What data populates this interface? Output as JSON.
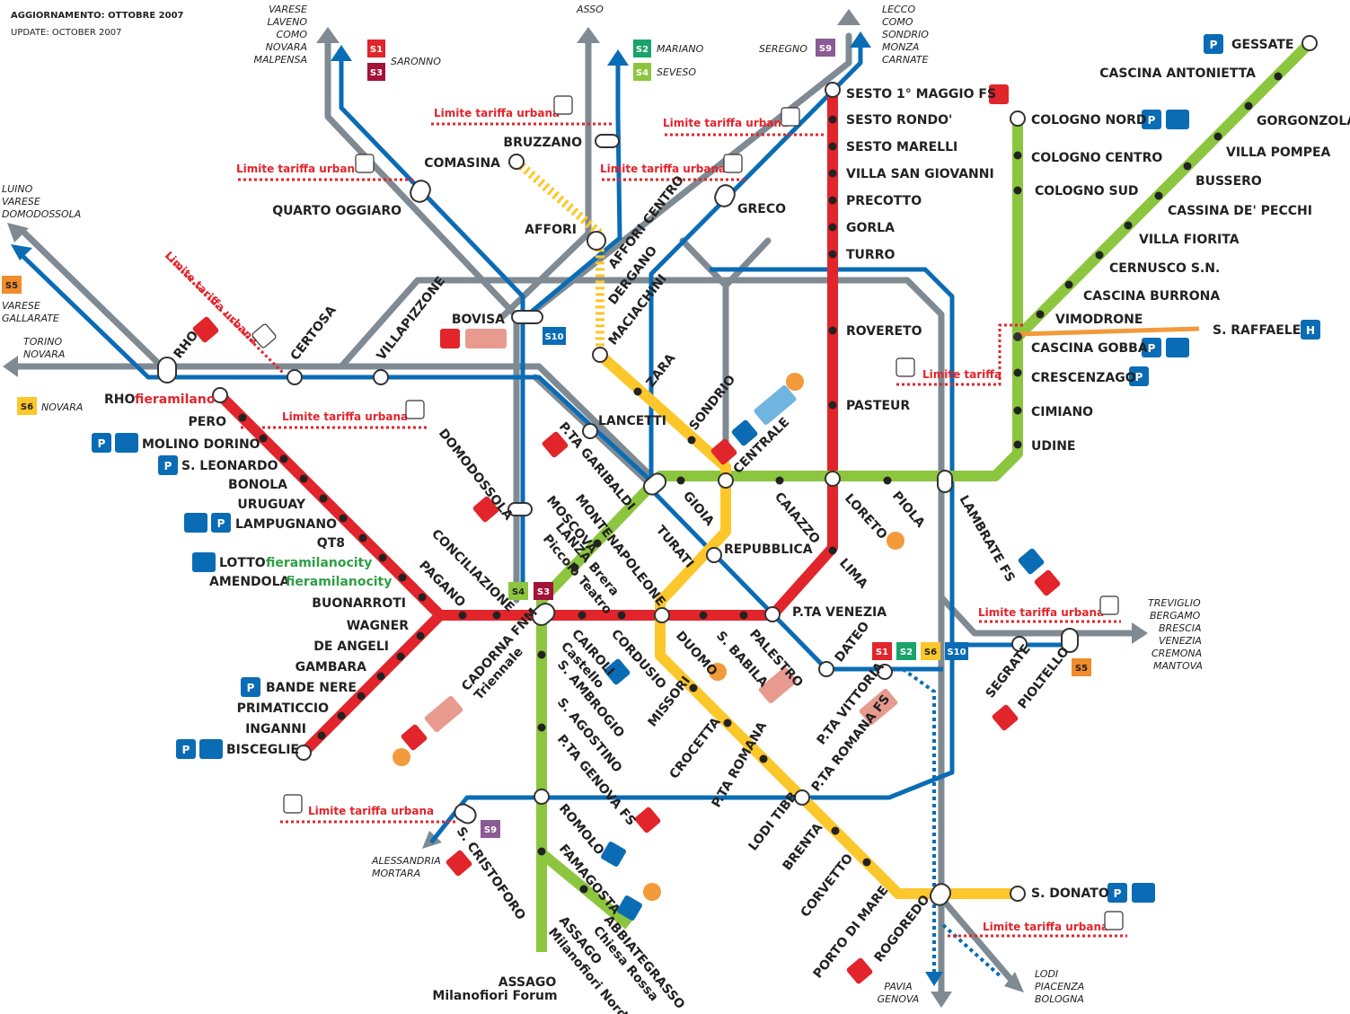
{
  "header": {
    "line1": "AGGIORNAMENTO: OTTOBRE 2007",
    "line2": "UPDATE: OCTOBER 2007"
  },
  "colors": {
    "m1": "#e2242b",
    "m2": "#8cc63f",
    "m3": "#fcc72b",
    "passante": "#0a6cb5",
    "fs": "#7f8a92",
    "limit": "#e2242b"
  },
  "limit_label": "Limite tariffa urbana",
  "limit_short": "Limite tariffa",
  "destinations": {
    "nw_top": [
      "VARESE",
      "LAVENO",
      "COMO",
      "NOVARA",
      "MALPENSA"
    ],
    "asso": "ASSO",
    "lecco": [
      "LECCO",
      "COMO",
      "SONDRIO",
      "MONZA",
      "CARNATE"
    ],
    "luino": [
      "LUINO",
      "VARESE",
      "DOMODOSSOLA"
    ],
    "varese_gall": [
      "VARESE",
      "GALLARATE"
    ],
    "torino": [
      "TORINO",
      "NOVARA"
    ],
    "treviglio": [
      "TREVIGLIO",
      "BERGAMO",
      "BRESCIA",
      "VENEZIA",
      "CREMONA",
      "MANTOVA"
    ],
    "alessandria": [
      "ALESSANDRIA",
      "MORTARA"
    ],
    "pavia": [
      "PAVIA",
      "GENOVA"
    ],
    "lodi": [
      "LODI",
      "PIACENZA",
      "BOLOGNA"
    ]
  },
  "suburban": {
    "s1": {
      "code": "S1",
      "dest": "SARONNO"
    },
    "s3": {
      "code": "S3"
    },
    "s2": {
      "code": "S2",
      "dest": "MARIANO"
    },
    "s4": {
      "code": "S4",
      "dest": "SEVESO"
    },
    "s9": {
      "code": "S9",
      "dest": "SEREGNO"
    },
    "s5": {
      "code": "S5"
    },
    "s6": {
      "code": "S6",
      "dest": "NOVARA"
    },
    "s10": {
      "code": "S10"
    }
  },
  "m1_stations": {
    "sesto_fs": "SESTO 1° MAGGIO FS",
    "sesto_rondo": "SESTO RONDO'",
    "sesto_marelli": "SESTO MARELLI",
    "villa_sg": "VILLA SAN GIOVANNI",
    "precotto": "PRECOTTO",
    "gorla": "GORLA",
    "turro": "TURRO",
    "rovereto": "ROVERETO",
    "pasteur": "PASTEUR",
    "loreto": "LORETO",
    "lima": "LIMA",
    "porta_venezia": "P.TA VENEZIA",
    "palestro": "PALESTRO",
    "san_babila": "S. BABILA",
    "duomo": "DUOMO",
    "cordusio": "CORDUSIO",
    "cairoli": "CAIROLI",
    "cairoli_sub": "Castello",
    "cadorna": "CADORNA FNM",
    "cadorna_sub": "Triennale",
    "conciliazione": "CONCILIAZIONE",
    "pagano": "PAGANO",
    "buonarroti": "BUONARROTI",
    "amendola": "AMENDOLA",
    "lotto": "LOTTO",
    "fieramilanocity": "fieramilanocity",
    "qt8": "QT8",
    "lampugnano": "LAMPUGNANO",
    "uruguay": "URUGUAY",
    "bonola": "BONOLA",
    "s_leonardo": "S. LEONARDO",
    "molino_dorino": "MOLINO DORINO",
    "pero": "PERO",
    "rho": "RHO",
    "fieramilano": "fieramilano",
    "wagner": "WAGNER",
    "de_angeli": "DE ANGELI",
    "gambara": "GAMBARA",
    "bande_nere": "BANDE NERE",
    "primaticcio": "PRIMATICCIO",
    "inganni": "INGANNI",
    "bisceglie": "BISCEGLIE"
  },
  "m2_stations": {
    "gessate": "GESSATE",
    "cascina_antonietta": "CASCINA ANTONIETTA",
    "gorgonzola": "GORGONZOLA",
    "villa_pompea": "VILLA POMPEA",
    "bussero": "BUSSERO",
    "cassina_pecchi": "CASSINA DE' PECCHI",
    "villa_fiorita": "VILLA FIORITA",
    "cernusco": "CERNUSCO S.N.",
    "cascina_burrona": "CASCINA BURRONA",
    "vimodrone": "VIMODRONE",
    "cologno_nord": "COLOGNO NORD",
    "cologno_centro": "COLOGNO CENTRO",
    "cologno_sud": "COLOGNO SUD",
    "cascina_gobba": "CASCINA GOBBA",
    "s_raffaele": "S. RAFFAELE",
    "crescenzago": "CRESCENZAGO",
    "cimiano": "CIMIANO",
    "udine": "UDINE",
    "lambrate": "LAMBRATE FS",
    "piola": "PIOLA",
    "caiazzo": "CAIAZZO",
    "centrale": "CENTRALE",
    "gioia": "GIOIA",
    "garibaldi": "P.TA GARIBALDI",
    "moscova": "MOSCOVA",
    "lanza": "LANZA Brera",
    "lanza_sub": "Piccolo Teatro",
    "s_ambrogio": "S. AMBROGIO",
    "s_agostino": "S. AGOSTINO",
    "genova": "P.TA GENOVA FS",
    "romolo": "ROMOLO",
    "famagosta": "FAMAGOSTA",
    "abbiategrasso": "ABBIATEGRASSO",
    "abbiategrasso_sub": "Chiesa Rossa",
    "assago_nord": "ASSAGO",
    "assago_nord_sub": "Milanofiori Nord",
    "assago_forum": "ASSAGO",
    "assago_forum_sub": "Milanofiori Forum"
  },
  "m3_stations": {
    "comasina": "COMASINA",
    "affori": "AFFORI",
    "affori_centro": "AFFORI CENTRO",
    "dergano": "DERGANO",
    "maciachini": "MACIACHINI",
    "zara": "ZARA",
    "sondrio": "SONDRIO",
    "repubblica": "REPUBBLICA",
    "turati": "TURATI",
    "montenapoleone": "MONTENAPOLEONE",
    "missori": "MISSORI",
    "crocetta": "CROCETTA",
    "porta_romana": "P.TA ROMANA",
    "lodi": "LODI TIBB",
    "brenta": "BRENTA",
    "corvetto": "CORVETTO",
    "porto_di_mare": "PORTO DI MARE",
    "rogoredo": "ROGOREDO",
    "s_donato": "S. DONATO"
  },
  "other_stations": {
    "bruzzano": "BRUZZANO",
    "quarto_oggiaro": "QUARTO OGGIARO",
    "greco": "GRECO",
    "bovisa": "BOVISA",
    "villapizzone": "VILLAPIZZONE",
    "certosa": "CERTOSA",
    "lancetti": "LANCETTI",
    "domodossola": "DOMODOSSOLA",
    "dateo": "DATEO",
    "porta_vittoria": "P.TA VITTORIA",
    "romana_fs": "P.TA ROMANA FS",
    "segrate": "SEGRATE",
    "pioltello": "PIOLTELLO",
    "s_cristoforo": "S. CRISTOFORO"
  },
  "icons": {
    "parking": "P",
    "hospital": "H"
  }
}
